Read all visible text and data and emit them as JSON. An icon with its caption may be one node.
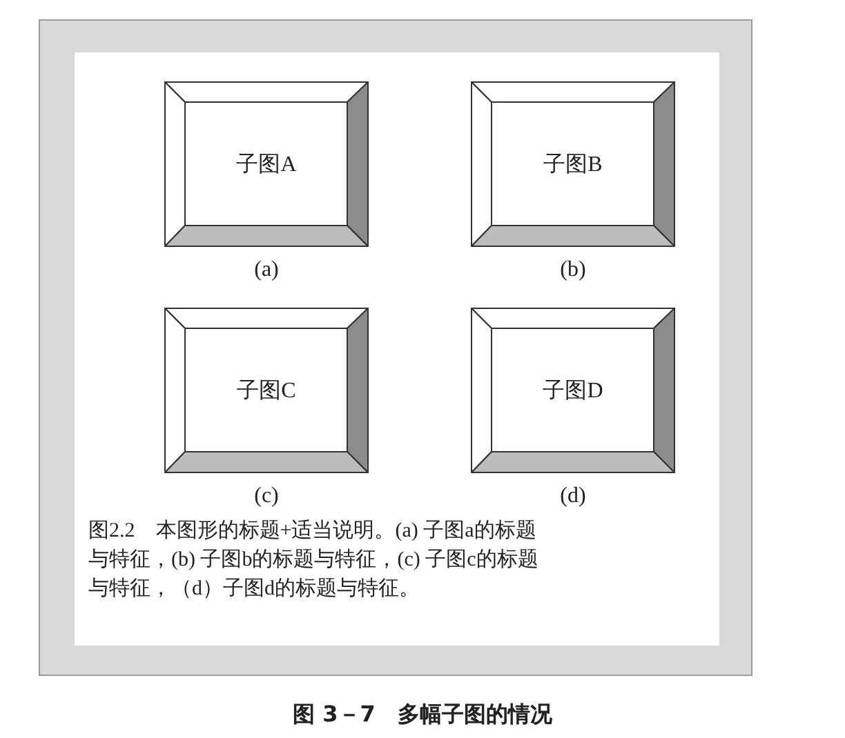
{
  "diagram": {
    "caption": "图 3－7　多幅子图的情况",
    "nodes": [
      {
        "text": [
          "图2.2　本图形的标题+适当说明。(a) 子图a的标题与特征，(b) 子图b的标题与特征，(c) 子图c的标题与特征，（d）子图d的标题与特征。"
        ]
      },
      {
        "text": [
          "子图A"
        ],
        "beside": [
          "(a)"
        ],
        "in": 0
      },
      {
        "text": [
          "子图B"
        ],
        "beside": [
          "(b)"
        ],
        "in": 0
      },
      {
        "text": [
          "子图C"
        ],
        "beside": [
          "(c)"
        ],
        "in": 0
      },
      {
        "text": [
          "子图D"
        ],
        "beside": [
          "(d)"
        ],
        "in": 0
      }
    ],
    "edges": []
  }
}
